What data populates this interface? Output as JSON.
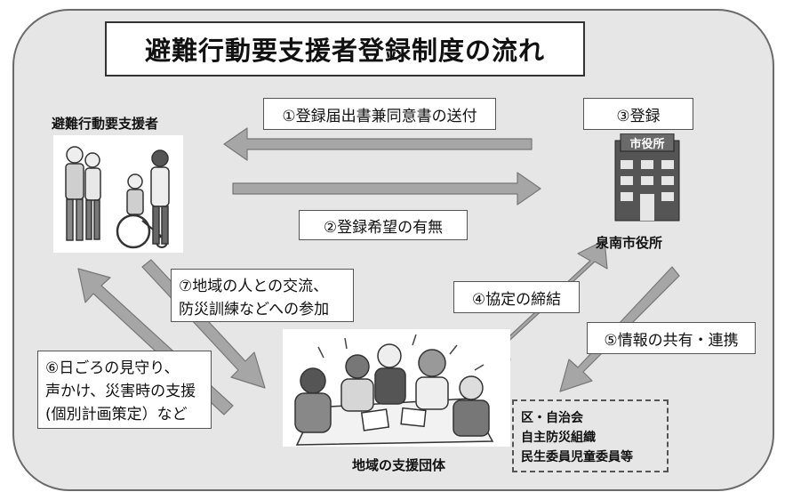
{
  "title": "避難行動要支援者登録制度の流れ",
  "parties": {
    "person": "避難行動要支援者",
    "city_hall": "泉南市役所",
    "city_hall_sign": "市役所",
    "support_group": "地域の支援団体"
  },
  "steps": {
    "s1": "①登録届出書兼同意書の送付",
    "s2": "②登録希望の有無",
    "s3": "③登録",
    "s4": "④協定の締結",
    "s5": "⑤情報の共有・連携",
    "s6": [
      "⑥日ごろの見守り、",
      "声かけ、災害時の支援",
      "(個別計画策定）など"
    ],
    "s7": [
      "⑦地域の人との交流、",
      "防災訓練などへの参加"
    ]
  },
  "organizations": [
    "区・自治会",
    "自主防災組織",
    "民生委員児童委員等"
  ],
  "colors": {
    "background": "#e6e6e6",
    "arrow": "#a6a6a6",
    "border": "#555555"
  }
}
